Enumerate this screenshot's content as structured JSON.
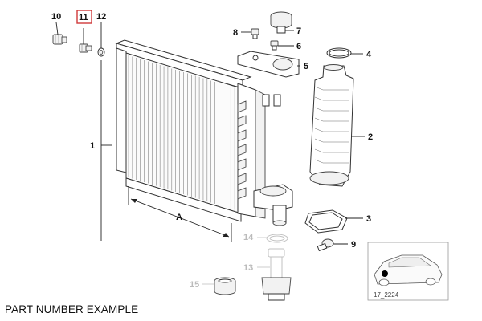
{
  "caption": "PART NUMBER EXAMPLE",
  "diagram_code": "17_2224",
  "dimension_label": "A",
  "highlight_color": "#d0393a",
  "parts": {
    "p1": "1",
    "p2": "2",
    "p3": "3",
    "p4": "4",
    "p5": "5",
    "p6": "6",
    "p7": "7",
    "p8": "8",
    "p9": "9",
    "p10": "10",
    "p11": "11",
    "p12": "12",
    "p13": "13",
    "p14": "14",
    "p15": "15"
  },
  "highlighted_part": "11"
}
